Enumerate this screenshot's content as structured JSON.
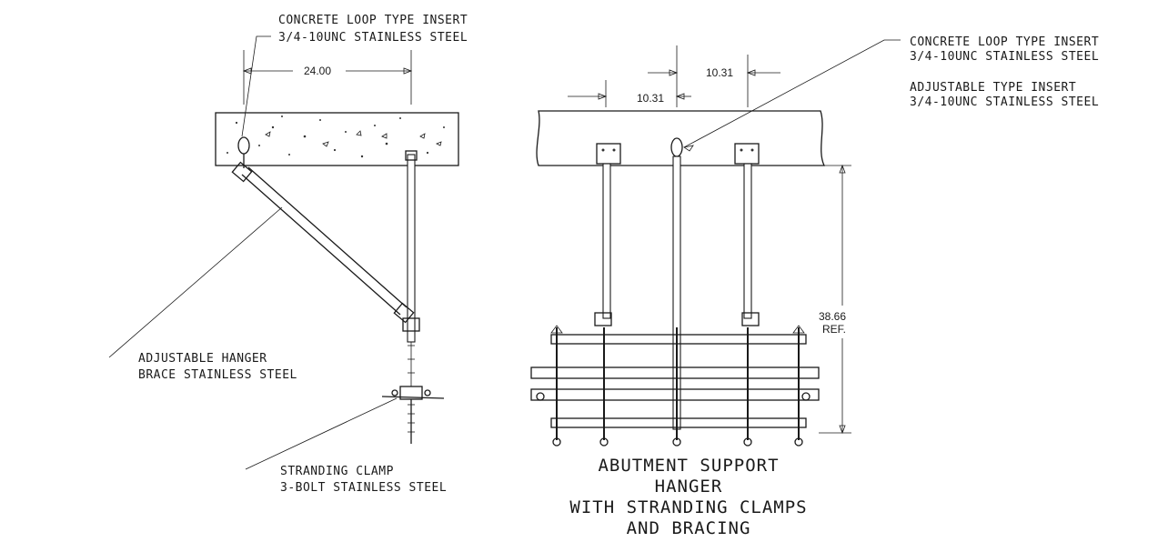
{
  "left_view": {
    "insert_label": {
      "line1": "CONCRETE LOOP TYPE INSERT",
      "line2": "3/4-10UNC STAINLESS STEEL"
    },
    "dim_spacing": "24.00",
    "brace_label": {
      "line1": "ADJUSTABLE HANGER",
      "line2": "BRACE STAINLESS STEEL"
    },
    "clamp_label": {
      "line1": "STRANDING CLAMP",
      "line2": "3-BOLT STAINLESS STEEL"
    }
  },
  "right_view": {
    "insert_label": {
      "line1": "CONCRETE LOOP TYPE INSERT",
      "line2": "3/4-10UNC STAINLESS STEEL"
    },
    "adjustable_label": {
      "line1": "ADJUSTABLE TYPE INSERT",
      "line2": "3/4-10UNC STAINLESS STEEL"
    },
    "dim_left": "10.31",
    "dim_right": "10.31",
    "dim_height": "38.66",
    "dim_height_note": "REF."
  },
  "title": {
    "line1": "ABUTMENT SUPPORT",
    "line2": "HANGER",
    "line3": "WITH STRANDING CLAMPS",
    "line4": "AND BRACING"
  }
}
